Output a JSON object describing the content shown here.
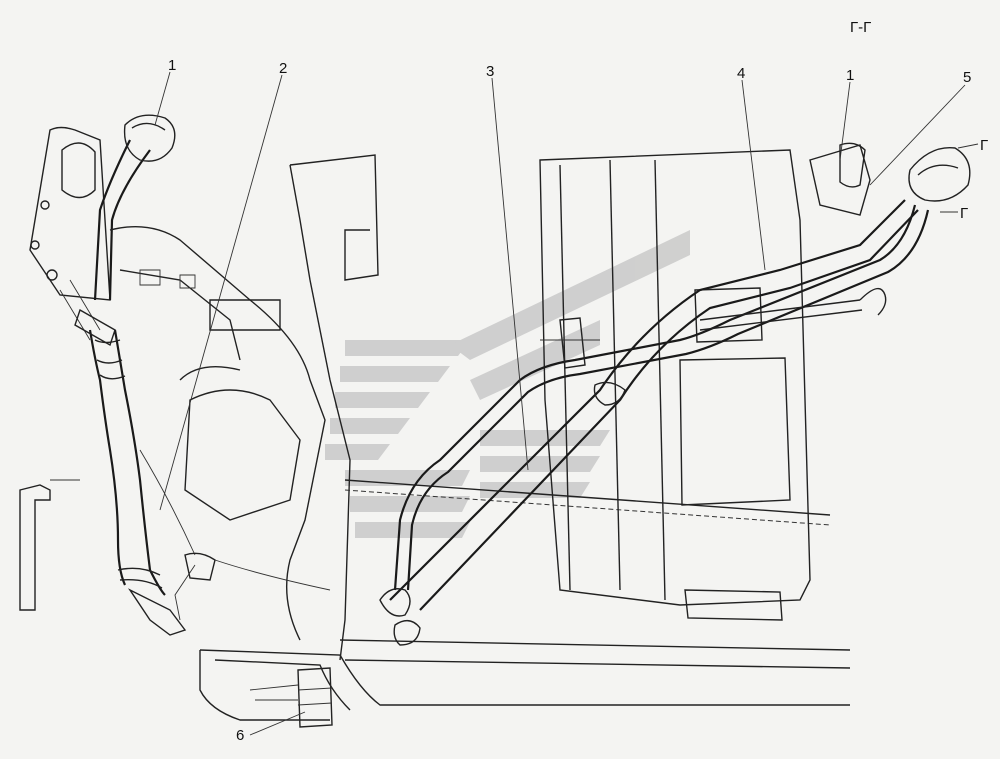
{
  "section_title": "Г-Г",
  "section_marker": "Г",
  "callouts": [
    {
      "id": "1",
      "text": "1"
    },
    {
      "id": "2",
      "text": "2"
    },
    {
      "id": "3",
      "text": "3"
    },
    {
      "id": "4",
      "text": "4"
    },
    {
      "id": "1b",
      "text": "1"
    },
    {
      "id": "5",
      "text": "5"
    },
    {
      "id": "6",
      "text": "6"
    }
  ],
  "colors": {
    "line": "#222222",
    "watermark": "#c9c9c9",
    "background": "#f4f4f2"
  }
}
